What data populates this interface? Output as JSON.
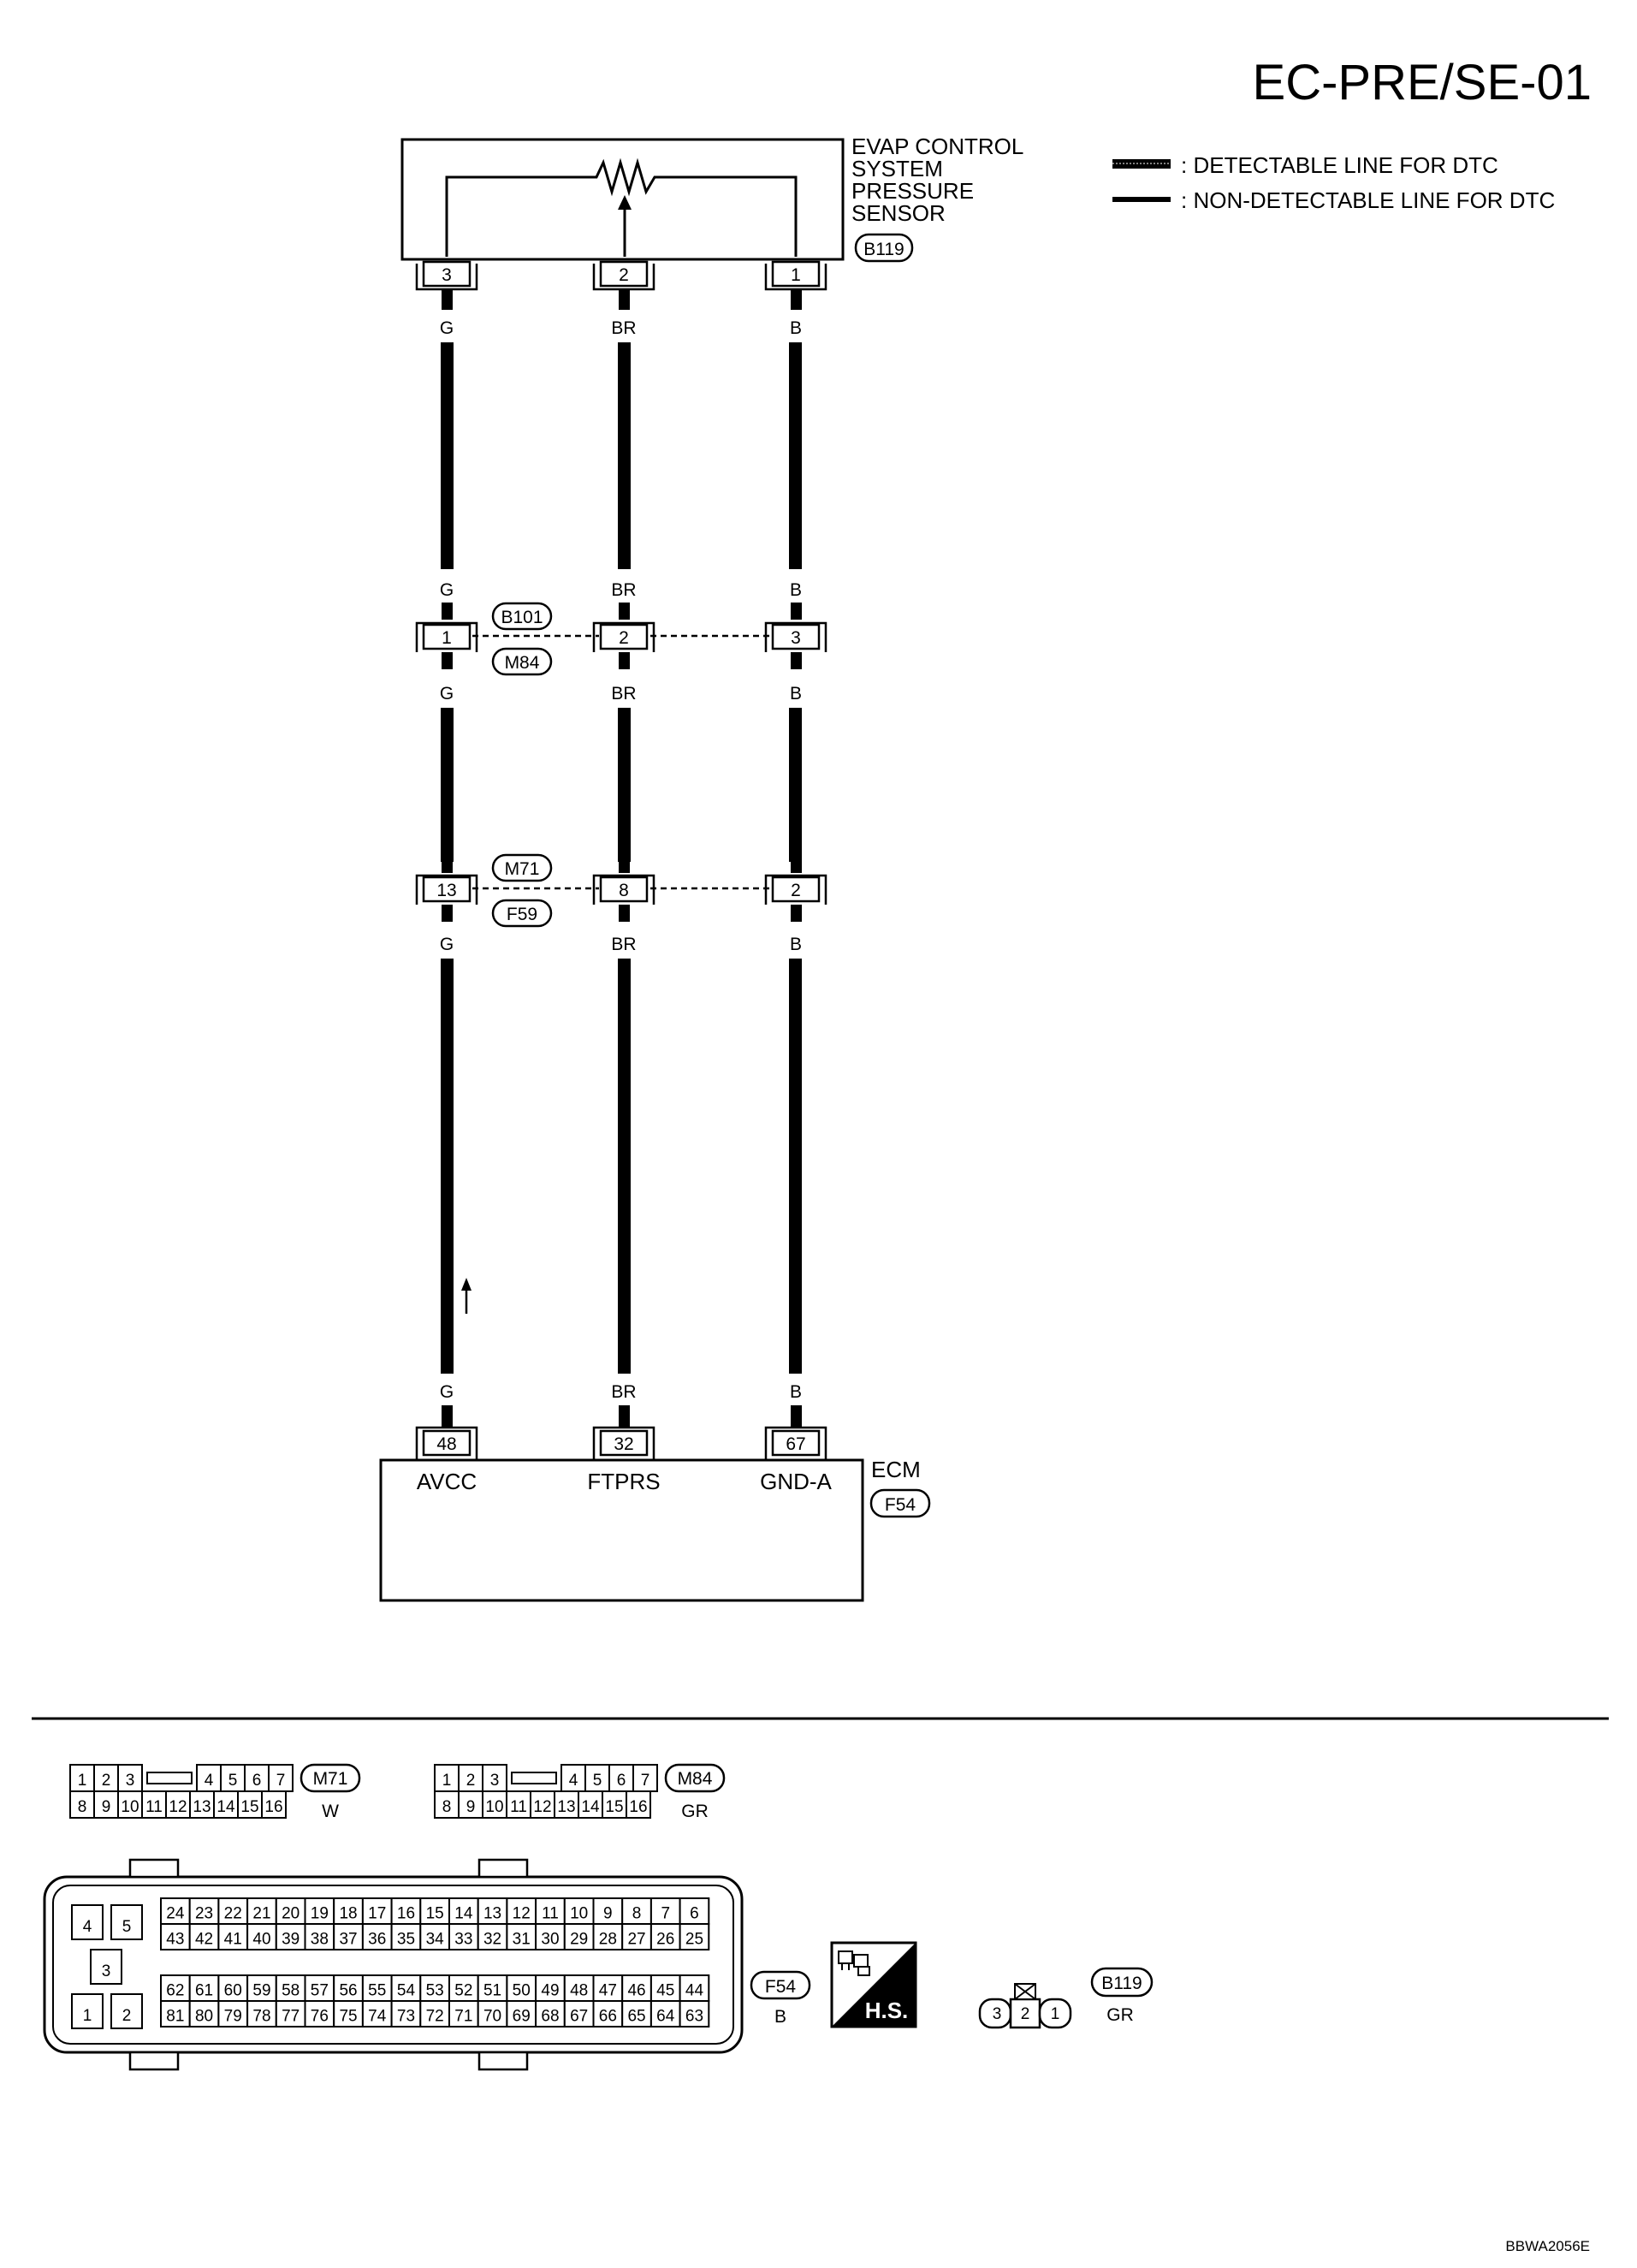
{
  "header": {
    "code": "EC-PRE/SE-01"
  },
  "legend": [
    {
      "text": ": DETECTABLE LINE FOR DTC"
    },
    {
      "text": ": NON-DETECTABLE LINE FOR DTC"
    }
  ],
  "sensor": {
    "name_lines": [
      "EVAP CONTROL",
      "SYSTEM",
      "PRESSURE",
      "SENSOR"
    ],
    "connector": "B119",
    "pins": [
      "3",
      "2",
      "1"
    ]
  },
  "wires": {
    "colors": [
      "G",
      "BR",
      "B"
    ]
  },
  "junction1": {
    "pins": [
      "1",
      "2",
      "3"
    ],
    "connectors": [
      "B101",
      "M84"
    ]
  },
  "junction2": {
    "pins": [
      "13",
      "8",
      "2"
    ],
    "connectors": [
      "M71",
      "F59"
    ]
  },
  "ecm": {
    "name": "ECM",
    "connector": "F54",
    "pins": [
      "48",
      "32",
      "67"
    ],
    "terminals": [
      "AVCC",
      "FTPRS",
      "GND-A"
    ]
  },
  "connector_views": {
    "m71": {
      "tag": "M71",
      "color": "W",
      "top": [
        "1",
        "2",
        "3",
        "",
        "4",
        "5",
        "6",
        "7"
      ],
      "bottom": [
        "8",
        "9",
        "10",
        "11",
        "12",
        "13",
        "14",
        "15",
        "16"
      ]
    },
    "m84": {
      "tag": "M84",
      "color": "GR",
      "top": [
        "1",
        "2",
        "3",
        "",
        "4",
        "5",
        "6",
        "7"
      ],
      "bottom": [
        "8",
        "9",
        "10",
        "11",
        "12",
        "13",
        "14",
        "15",
        "16"
      ]
    },
    "f54": {
      "tag": "F54",
      "color": "B",
      "left_block": [
        "4",
        "5",
        "3",
        "1",
        "2"
      ],
      "row1": [
        "24",
        "23",
        "22",
        "21",
        "20",
        "19",
        "18",
        "17",
        "16",
        "15",
        "14",
        "13",
        "12",
        "11",
        "10",
        "9",
        "8",
        "7",
        "6"
      ],
      "row2": [
        "43",
        "42",
        "41",
        "40",
        "39",
        "38",
        "37",
        "36",
        "35",
        "34",
        "33",
        "32",
        "31",
        "30",
        "29",
        "28",
        "27",
        "26",
        "25"
      ],
      "row3": [
        "62",
        "61",
        "60",
        "59",
        "58",
        "57",
        "56",
        "55",
        "54",
        "53",
        "52",
        "51",
        "50",
        "49",
        "48",
        "47",
        "46",
        "45",
        "44"
      ],
      "row4": [
        "81",
        "80",
        "79",
        "78",
        "77",
        "76",
        "75",
        "74",
        "73",
        "72",
        "71",
        "70",
        "69",
        "68",
        "67",
        "66",
        "65",
        "64",
        "63"
      ]
    },
    "hs_badge": "H.S.",
    "b119": {
      "tag": "B119",
      "color": "GR",
      "pins": [
        "3",
        "2",
        "1"
      ]
    }
  },
  "footer": {
    "code": "BBWA2056E"
  }
}
